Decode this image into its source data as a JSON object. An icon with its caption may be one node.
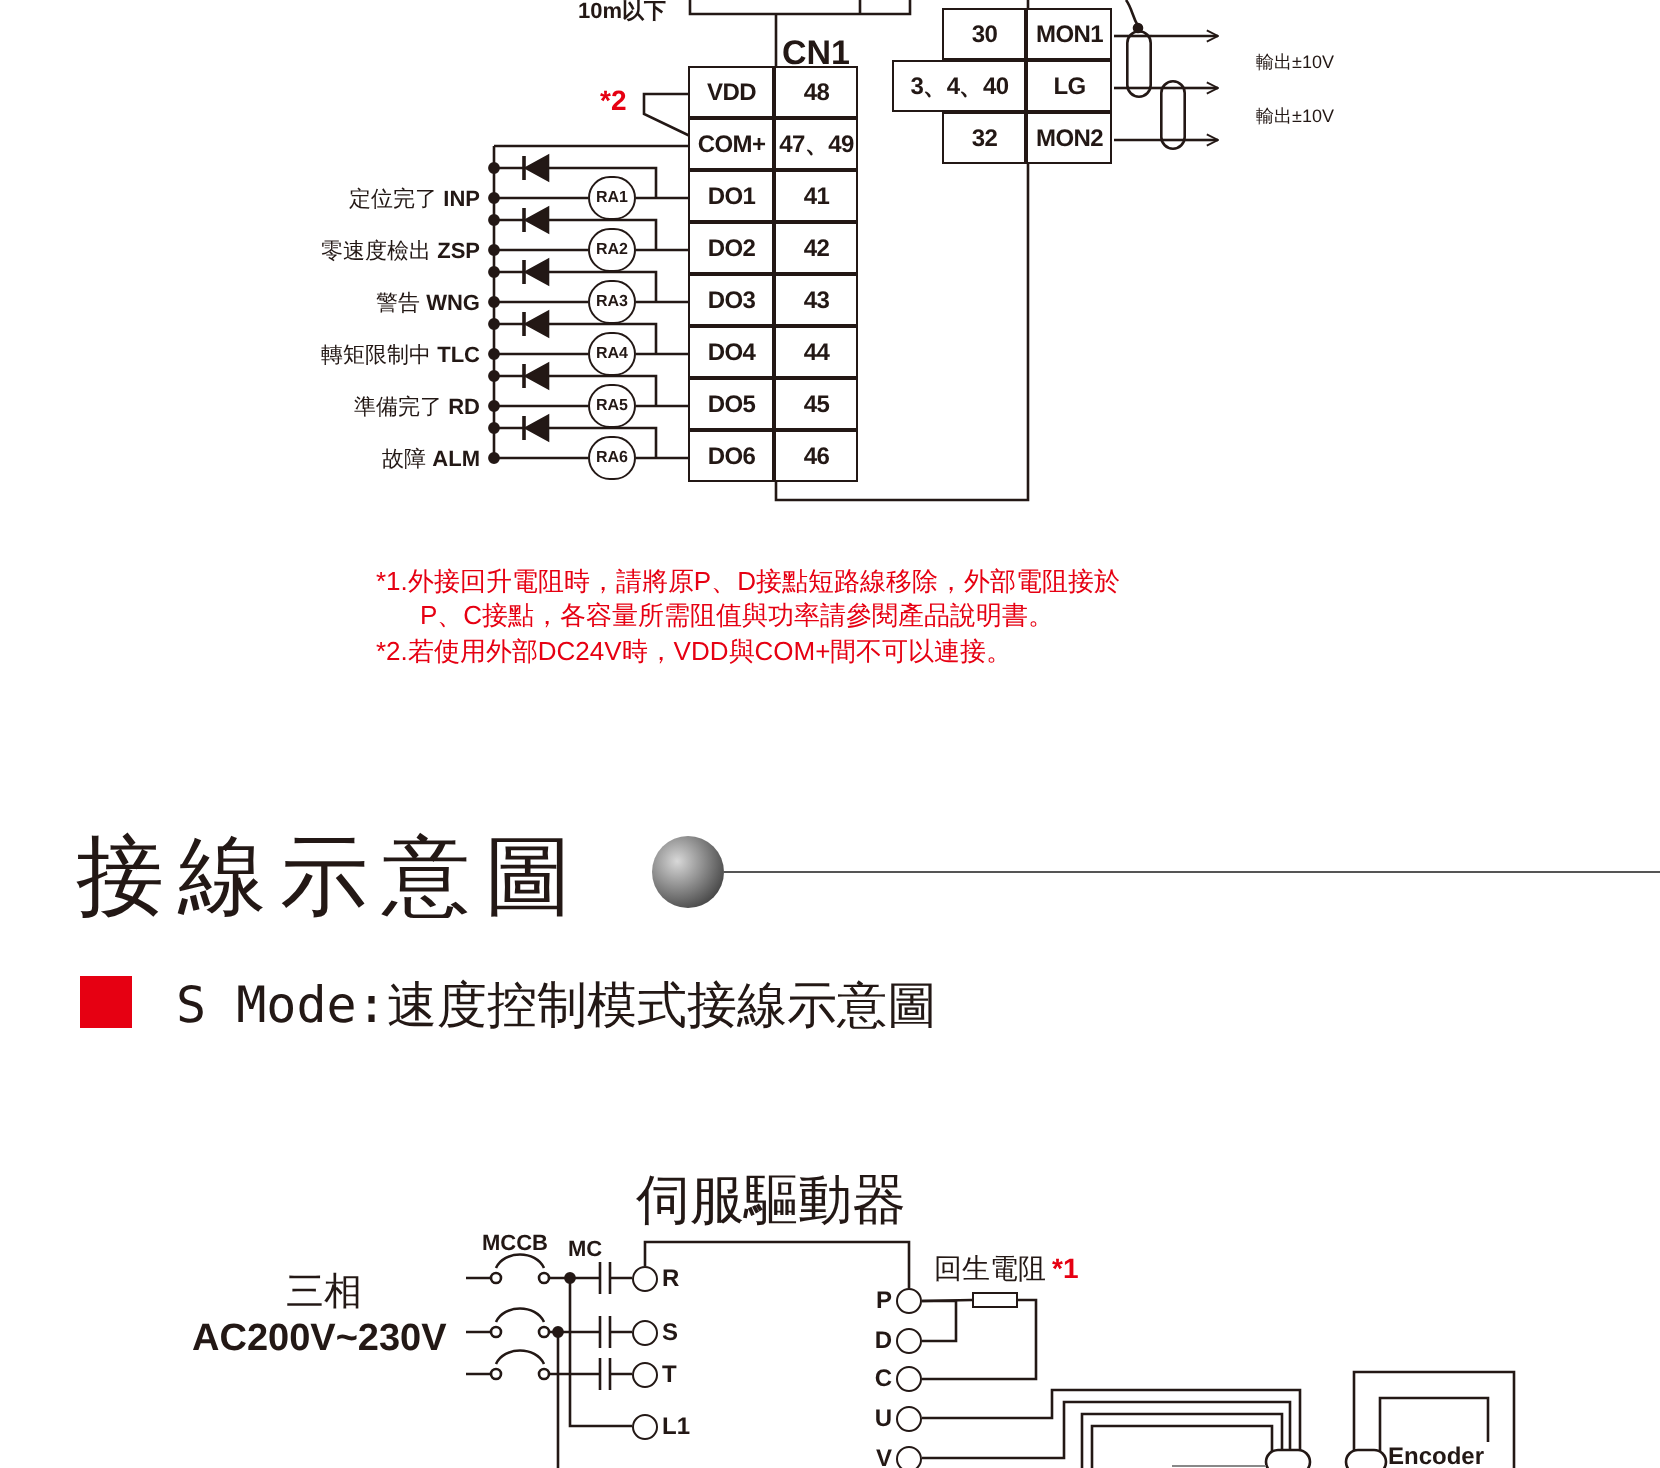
{
  "diagram": {
    "nodes": [
      {
        "text": [
          "VDD"
        ]
      },
      {
        "text": [
          "48"
        ]
      },
      {
        "text": [
          "COM+"
        ]
      },
      {
        "text": [
          "47、49"
        ]
      },
      {
        "text": [
          "DO1"
        ]
      },
      {
        "text": [
          "41"
        ]
      },
      {
        "text": [
          "DO2"
        ]
      },
      {
        "text": [
          "42"
        ]
      },
      {
        "text": [
          "DO3"
        ]
      },
      {
        "text": [
          "43"
        ]
      },
      {
        "text": [
          "DO4"
        ]
      },
      {
        "text": [
          "44"
        ]
      },
      {
        "text": [
          "DO5"
        ]
      },
      {
        "text": [
          "45"
        ]
      },
      {
        "text": [
          "DO6"
        ]
      },
      {
        "text": [
          "46"
        ]
      },
      {
        "text": [
          "RA1"
        ]
      },
      {
        "text": [
          "RA2"
        ]
      },
      {
        "text": [
          "RA3"
        ]
      },
      {
        "text": [
          "RA4"
        ]
      },
      {
        "text": [
          "RA5"
        ]
      },
      {
        "text": [
          "RA6"
        ]
      },
      {
        "text": [
          "30"
        ]
      },
      {
        "text": [
          "MON1"
        ]
      },
      {
        "text": [
          "3、4、40"
        ]
      },
      {
        "text": [
          "LG"
        ]
      },
      {
        "text": [
          "32"
        ]
      },
      {
        "text": [
          "MON2"
        ]
      },
      {
        "text": [
          "R"
        ]
      },
      {
        "text": [
          "S"
        ]
      },
      {
        "text": [
          "T"
        ]
      },
      {
        "text": [
          "L1"
        ]
      },
      {
        "text": [
          "P"
        ]
      },
      {
        "text": [
          "D"
        ]
      },
      {
        "text": [
          "C"
        ]
      },
      {
        "text": [
          "U"
        ]
      },
      {
        "text": [
          "V"
        ]
      },
      {
        "text": [
          "回生電阻",
          "*1"
        ]
      },
      {
        "text": [
          "Encoder"
        ]
      },
      {
        "text": [],
        "shape": "oval"
      },
      {
        "text": [],
        "shape": "oval"
      }
    ],
    "edges": [
      {
        "from": 16,
        "to": 4,
        "arrow": "none"
      },
      {
        "from": 17,
        "to": 6,
        "arrow": "none"
      },
      {
        "from": 18,
        "to": 8,
        "arrow": "none"
      },
      {
        "from": 19,
        "to": 10,
        "arrow": "none"
      },
      {
        "from": 20,
        "to": 12,
        "arrow": "none"
      },
      {
        "from": 21,
        "to": 14,
        "arrow": "none"
      },
      {
        "from": 23,
        "to": 39,
        "arrow": "none"
      },
      {
        "from": 39,
        "to": null,
        "arrow": "to"
      },
      {
        "from": 25,
        "to": 39,
        "arrow": "none"
      },
      {
        "from": 39,
        "to": 40,
        "arrow": "none"
      },
      {
        "from": 40,
        "to": null,
        "arrow": "to"
      },
      {
        "from": 27,
        "to": 40,
        "arrow": "none"
      },
      {
        "from": 40,
        "to": null,
        "arrow": "to"
      },
      {
        "from": 0,
        "to": 2,
        "arrow": "none"
      },
      {
        "from": 28,
        "to": 32,
        "arrow": "none"
      },
      {
        "from": 32,
        "to": 37,
        "arrow": "none"
      },
      {
        "from": 32,
        "to": 33,
        "arrow": "none"
      },
      {
        "from": 37,
        "to": 34,
        "arrow": "none"
      }
    ],
    "labels": [
      "10m以下",
      "CN1",
      "*2",
      "定位完了 **INP**",
      "零速度檢出 **ZSP**",
      "警告 **WNG**",
      "轉矩限制中 **TLC**",
      "準備完了 **RD**",
      "故障 **ALM**",
      "輸出±10V",
      "輸出±10V",
      "*1.外接回升電阻時，請將原P、D接點短路線移除，外部電阻接於P、C接點，各容量所需阻值與功率請參閱產品說明書。",
      "*2.若使用外部DC24V時，VDD與COM+間不可以連接。",
      "接線示意圖",
      "S Mode:速度控制模式接線示意圖",
      "伺服驅動器",
      "三相",
      "AC200V~230V",
      "MCCB",
      "MC"
    ]
  }
}
